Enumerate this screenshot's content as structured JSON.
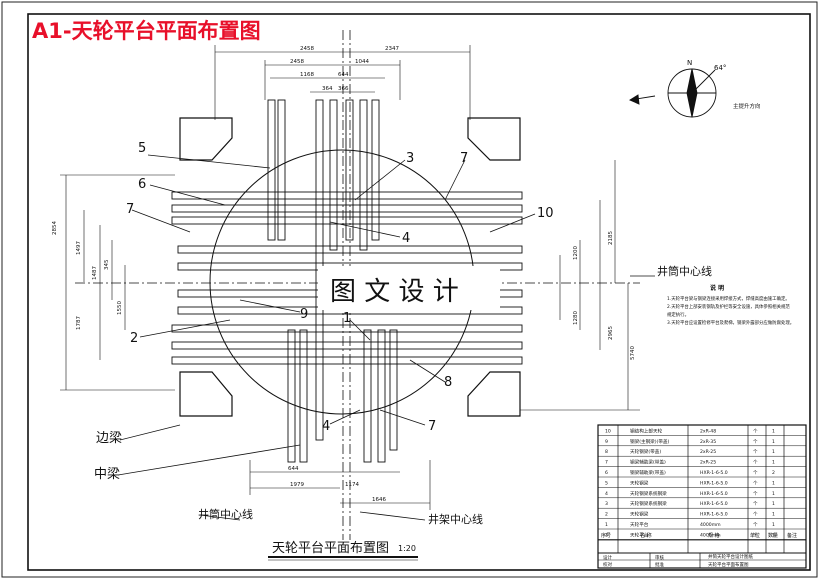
{
  "title": "A1-天轮平台平面布置图",
  "drawing_title": "天轮平台平面布置图",
  "scale": "1:20",
  "watermark": "图 文 设 计",
  "labels": {
    "shaft_center_right": "井筒中心线",
    "shaft_center_bottom": "井筒中心线",
    "frame_center_bottom": "井架中心线",
    "edge_beam": "边梁",
    "middle_beam": "中梁",
    "north": "N",
    "angle": "64°",
    "direction": "主提升方向"
  },
  "callouts": [
    "1",
    "2",
    "3",
    "4",
    "4",
    "5",
    "6",
    "7",
    "7",
    "7",
    "8",
    "9",
    "10"
  ],
  "notes": {
    "heading": "说 明",
    "lines": [
      "1.天轮平台梁与钢梁连接采用焊接方式，焊缝高度由施工确定。",
      "2.天轮平台上部安装钢轨及护栏等安全设施，具体参照相关规范",
      "  规定执行。",
      "3.天轮平台应设置检修平台及爬梯，钢梁外露部分应做防腐处理。"
    ]
  },
  "dimensions": {
    "top": [
      "2458",
      "2347",
      "2458",
      "1044",
      "1168",
      "644",
      "364",
      "366"
    ],
    "bottom": [
      "644",
      "1174",
      "1979",
      "1646"
    ],
    "left": [
      "2854",
      "1497",
      "1487",
      "345",
      "1787",
      "1550"
    ],
    "right": [
      "2185",
      "2965",
      "5740",
      "1200",
      "1280"
    ]
  },
  "parts_table": {
    "header": [
      "序号",
      "名 称",
      "规 格",
      "单位",
      "数量",
      "备注"
    ],
    "rows": [
      {
        "no": "10",
        "name": "钢结构上部天轮",
        "spec": "2xR-48",
        "unit": "个",
        "qty": "1"
      },
      {
        "no": "9",
        "name": "钢梁(主钢梁)(带盖)",
        "spec": "2xR-35",
        "unit": "个",
        "qty": "1"
      },
      {
        "no": "8",
        "name": "天轮钢梁(带盖)",
        "spec": "2xR-25",
        "unit": "个",
        "qty": "1"
      },
      {
        "no": "7",
        "name": "钢梁辅助梁(带盖)",
        "spec": "2xR-25",
        "unit": "个",
        "qty": "1"
      },
      {
        "no": "6",
        "name": "钢梁辅助梁(带盖)",
        "spec": "HXR-1-6-5.0",
        "unit": "个",
        "qty": "2"
      },
      {
        "no": "5",
        "name": "天轮钢梁",
        "spec": "HXR-1-6-5.0",
        "unit": "个",
        "qty": "1"
      },
      {
        "no": "4",
        "name": "天轮钢梁系统钢梁",
        "spec": "HXR-1-6-5.0",
        "unit": "个",
        "qty": "1"
      },
      {
        "no": "3",
        "name": "天轮钢梁系统钢梁",
        "spec": "HXR-1-6-5.0",
        "unit": "个",
        "qty": "1"
      },
      {
        "no": "2",
        "name": "天轮钢梁",
        "spec": "HXR-1-6-5.0",
        "unit": "个",
        "qty": "1"
      },
      {
        "no": "1",
        "name": "天轮平台",
        "spec": "4000mm",
        "unit": "个",
        "qty": "1"
      },
      {
        "no": "1",
        "name": "天轮平台",
        "spec": "4000mm",
        "unit": "个",
        "qty": "1"
      }
    ],
    "title_block": {
      "project": "井筒天轮平台设计图纸",
      "drawing_name": "天轮平台平面布置图",
      "cells": [
        "设计",
        "审核",
        "校对",
        "批准"
      ]
    }
  },
  "colors": {
    "title": "#e8102a",
    "line": "#111111",
    "watermark_bg": "#ffffff"
  }
}
